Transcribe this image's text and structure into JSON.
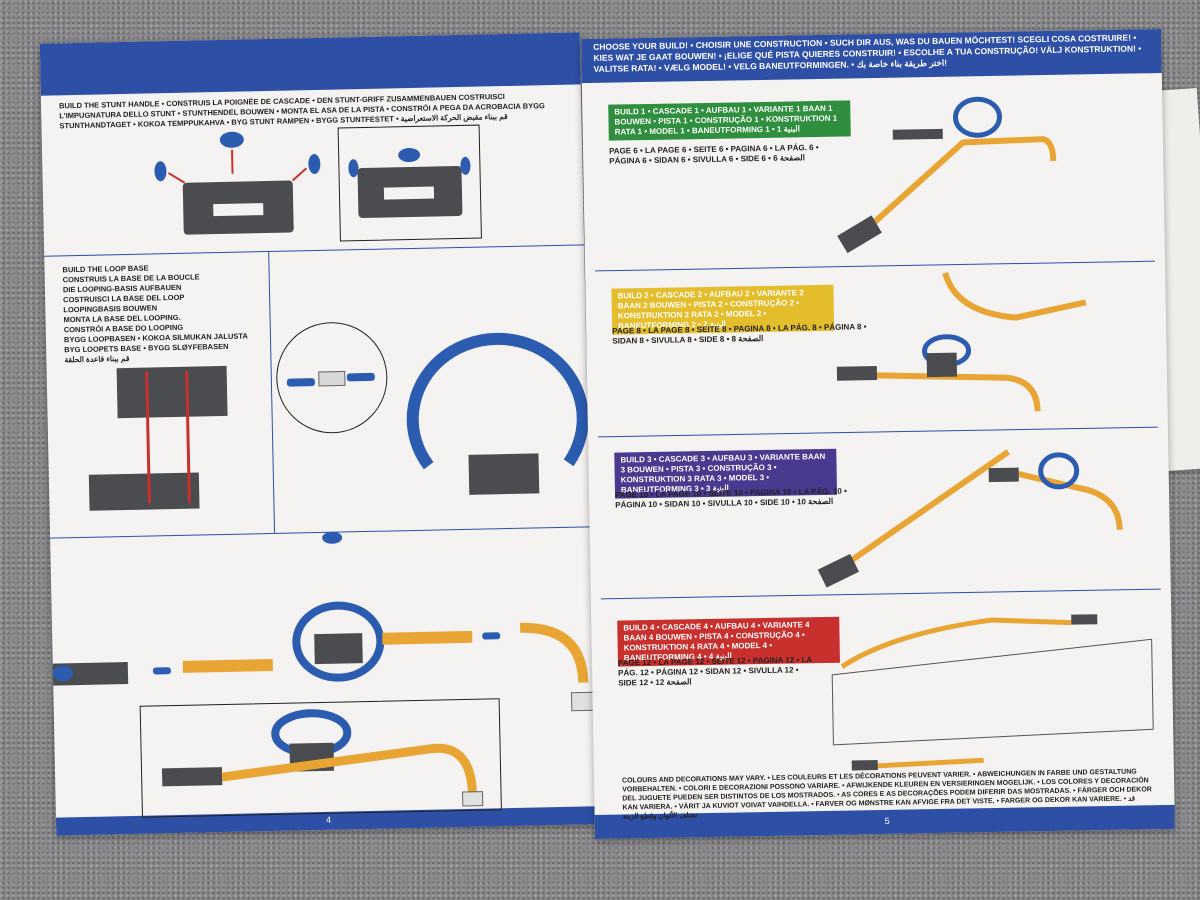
{
  "left_page": {
    "header_block": "BUILD THE STUNT HANDLE • CONSTRUIS LA POIGNÉE DE CASCADE • DEN STUNT-GRIFF ZUSAMMENBAUEN COSTRUISCI L'IMPUGNATURA DELLO STUNT • STUNTHENDEL BOUWEN • MONTA EL ASA DE LA PISTA • CONSTRÓI A PEGA DA ACROBACIA BYGG STUNTHANDTAGET • KOKOA TEMPPUKAHVA • BYG STUNT RAMPEN • BYGG STUNTFESTET • قم ببناء مقبض الحركة الاستعراضية",
    "loop_base_lines": [
      "BUILD THE LOOP BASE",
      "CONSTRUIS LA BASE DE LA BOUCLE",
      "DIE LOOPING-BASIS AUFBAUEN",
      "COSTRUISCI LA BASE DEL LOOP",
      "LOOPINGBASIS BOUWEN",
      "MONTA LA BASE DEL LOOPING.",
      "CONSTRÓI A BASE DO LOOPING",
      "BYGG LOOPBASEN • KOKOA SILMUKAN JALUSTA",
      "BYG LOOPETS BASE • BYGG SLØYFEBASEN",
      "قم ببناء قاعدة الحلقة"
    ],
    "page_number": "4"
  },
  "right_page": {
    "header": "CHOOSE YOUR BUILD! • CHOISIR UNE CONSTRUCTION • SUCH DIR AUS, WAS DU BAUEN MÖCHTEST! SCEGLI COSA COSTRUIRE! • KIES WAT JE GAAT BOUWEN! • ¡ELIGE QUÉ PISTA QUIERES CONSTRUIR! • ESCOLHE A TUA CONSTRUÇÃO! VÄLJ KONSTRUKTION! • VALITSE RATA! • VÆLG MODEL! • VELG BANEUTFORMINGEN. • اختر طريقة بناء خاصة بك!",
    "builds": [
      {
        "label": "BUILD 1 • CASCADE 1 • AUFBAU 1 • VARIANTE 1 BAAN 1 BOUWEN • PISTA 1 • CONSTRUÇÃO 1 • KONSTRUKTION 1 RATA 1 • MODEL 1 • BANEUTFORMING 1 • البنية 1",
        "color": "#2f8f3e",
        "pages": "PAGE 6 • LA PAGE 6 • SEITE 6 • PAGINA 6 • LA PÁG. 6 • PÁGINA 6 • SIDAN 6 • SIVULLA 6 • SIDE 6 • الصفحة 6"
      },
      {
        "label": "BUILD 2 • CASCADE 2 • AUFBAU 2 • VARIANTE 2 BAAN 2 BOUWEN • PISTA 2 • CONSTRUÇÃO 2 • KONSTRUKTION 2 RATA 2 • MODEL 2 • BANEUTFORMING 2 • البنية 2",
        "color": "#e3bd2b",
        "pages": "PAGE 8 • LA PAGE 8 • SEITE 8 • PAGINA 8 • LA PÁG. 8 • PÁGINA 8 • SIDAN 8 • SIVULLA 8 • SIDE 8 • الصفحة 8"
      },
      {
        "label": "BUILD 3 • CASCADE 3 • AUFBAU 3 • VARIANTE BAAN 3 BOUWEN • PISTA 3 • CONSTRUÇÃO 3 • KONSTRUKTION 3 RATA 3 • MODEL 3 • BANEUTFORMING 3 • البنية 3",
        "color": "#4a3a8f",
        "pages": "PAGE 10 • LA PAGE 10 • SEITE 10 • PAGINA 10 • LA PÁG. 10 • PÁGINA 10 • SIDAN 10 • SIVULLA 10 • SIDE 10 • الصفحة 10"
      },
      {
        "label": "BUILD 4 • CASCADE 4 • AUFBAU 4 • VARIANTE 4 BAAN 4 BOUWEN • PISTA 4 • CONSTRUÇÃO 4 • KONSTRUKTION 4 RATA 4 • MODEL 4 • BANEUTFORMING 4 • البنية 4",
        "color": "#c8302e",
        "pages": "PAGE 12 • LA PAGE 12 • SEITE 12 • PAGINA 12 • LA PÁG. 12 • PÁGINA 12 • SIDAN 12 • SIVULLA 12 • SIDE 12 • الصفحة 12"
      }
    ],
    "disclaimer": "COLOURS AND DECORATIONS MAY VARY. • LES COULEURS ET LES DÉCORATIONS PEUVENT VARIER. • ABWEICHUNGEN IN FARBE UND GESTALTUNG VORBEHALTEN. • COLORI E DECORAZIONI POSSONO VARIARE. • AFWIJKENDE KLEUREN EN VERSIERINGEN MOGELIJK. • LOS COLORES Y DECORACIÓN DEL JUGUETE PUEDEN SER DISTINTOS DE LOS MOSTRADOS. • AS CORES E AS DECORAÇÕES PODEM DIFERIR DAS MOSTRADAS. • FÄRGER OCH DEKOR KAN VARIERA. • VÄRIT JA KUVIOT VOIVAT VAIHDELLA. • FARVER OG MØNSTRE KAN AFVIGE FRA DET VISTE. • FARGER OG DEKOR KAN VARIERE. • قد تختلف الألوان وقطع الزينة",
    "page_number": "5"
  },
  "colors": {
    "blue_band": "#2d4fa6",
    "track_orange": "#e8a534",
    "loop_blue": "#2c5cb0",
    "part_gray": "#4a4c50"
  }
}
